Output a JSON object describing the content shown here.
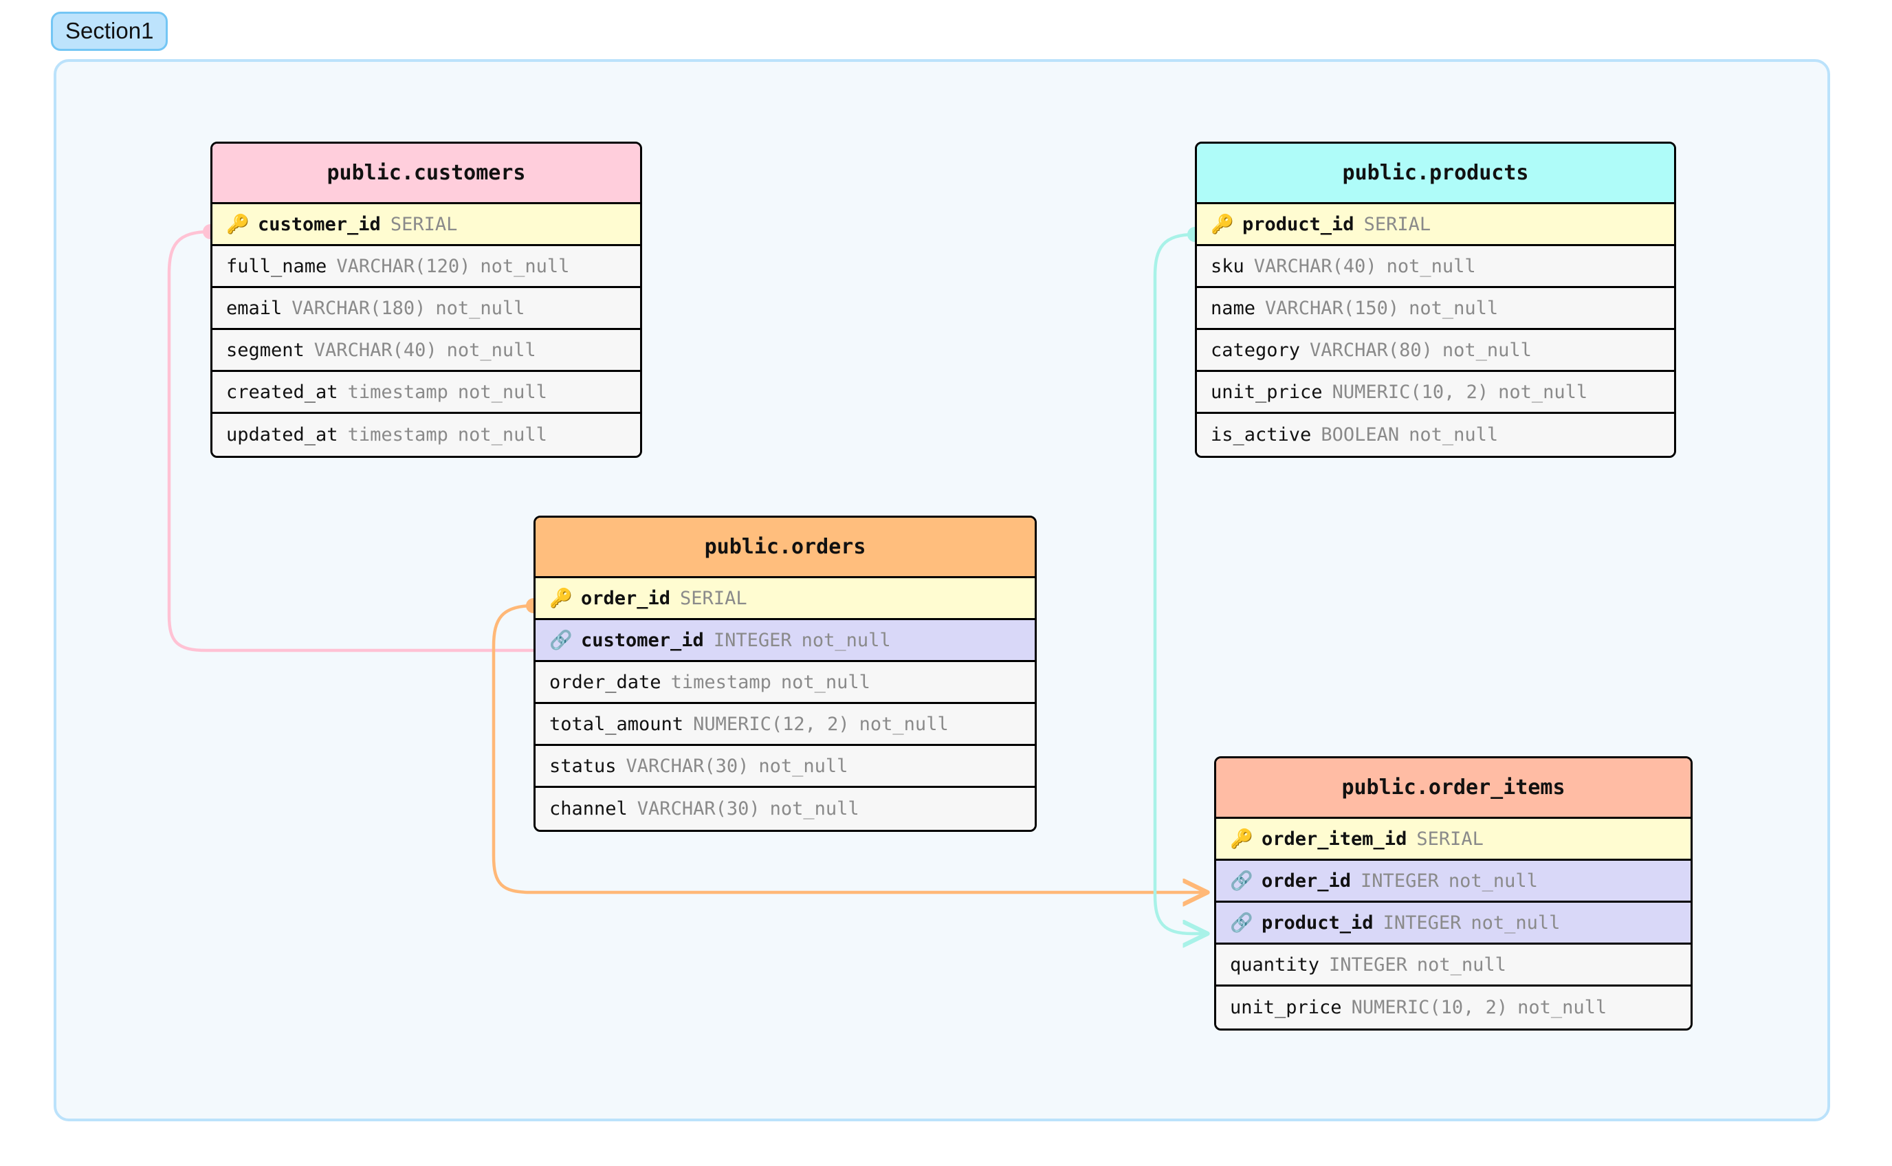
{
  "section": {
    "label": "Section1",
    "border_color": "#74c6f4",
    "fill_color": "#f3f9fd"
  },
  "icons": {
    "primary_key": "🔑",
    "foreign_key": "🔗"
  },
  "tables": [
    {
      "id": "customers",
      "title": "public.customers",
      "header_color": "#ffcedc",
      "columns": [
        {
          "name": "customer_id",
          "type": "SERIAL",
          "flag": "",
          "key": "pk"
        },
        {
          "name": "full_name",
          "type": "VARCHAR(120)",
          "flag": "not_null",
          "key": ""
        },
        {
          "name": "email",
          "type": "VARCHAR(180)",
          "flag": "not_null",
          "key": ""
        },
        {
          "name": "segment",
          "type": "VARCHAR(40)",
          "flag": "not_null",
          "key": ""
        },
        {
          "name": "created_at",
          "type": "timestamp",
          "flag": "not_null",
          "key": ""
        },
        {
          "name": "updated_at",
          "type": "timestamp",
          "flag": "not_null",
          "key": ""
        }
      ]
    },
    {
      "id": "products",
      "title": "public.products",
      "header_color": "#affcf9",
      "columns": [
        {
          "name": "product_id",
          "type": "SERIAL",
          "flag": "",
          "key": "pk"
        },
        {
          "name": "sku",
          "type": "VARCHAR(40)",
          "flag": "not_null",
          "key": ""
        },
        {
          "name": "name",
          "type": "VARCHAR(150)",
          "flag": "not_null",
          "key": ""
        },
        {
          "name": "category",
          "type": "VARCHAR(80)",
          "flag": "not_null",
          "key": ""
        },
        {
          "name": "unit_price",
          "type": "NUMERIC(10, 2)",
          "flag": "not_null",
          "key": ""
        },
        {
          "name": "is_active",
          "type": "BOOLEAN",
          "flag": "not_null",
          "key": ""
        }
      ]
    },
    {
      "id": "orders",
      "title": "public.orders",
      "header_color": "#ffbe7d",
      "columns": [
        {
          "name": "order_id",
          "type": "SERIAL",
          "flag": "",
          "key": "pk"
        },
        {
          "name": "customer_id",
          "type": "INTEGER",
          "flag": "not_null",
          "key": "fk"
        },
        {
          "name": "order_date",
          "type": "timestamp",
          "flag": "not_null",
          "key": ""
        },
        {
          "name": "total_amount",
          "type": "NUMERIC(12, 2)",
          "flag": "not_null",
          "key": ""
        },
        {
          "name": "status",
          "type": "VARCHAR(30)",
          "flag": "not_null",
          "key": ""
        },
        {
          "name": "channel",
          "type": "VARCHAR(30)",
          "flag": "not_null",
          "key": ""
        }
      ]
    },
    {
      "id": "order_items",
      "title": "public.order_items",
      "header_color": "#ffbca4",
      "columns": [
        {
          "name": "order_item_id",
          "type": "SERIAL",
          "flag": "",
          "key": "pk"
        },
        {
          "name": "order_id",
          "type": "INTEGER",
          "flag": "not_null",
          "key": "fk"
        },
        {
          "name": "product_id",
          "type": "INTEGER",
          "flag": "not_null",
          "key": "fk"
        },
        {
          "name": "quantity",
          "type": "INTEGER",
          "flag": "not_null",
          "key": ""
        },
        {
          "name": "unit_price",
          "type": "NUMERIC(10, 2)",
          "flag": "not_null",
          "key": ""
        }
      ]
    }
  ],
  "relationships": [
    {
      "id": "customers-orders",
      "from_table": "public.customers",
      "from_column": "customer_id",
      "to_table": "public.orders",
      "to_column": "customer_id",
      "color": "#ffc2d4"
    },
    {
      "id": "orders-order_items",
      "from_table": "public.orders",
      "from_column": "order_id",
      "to_table": "public.order_items",
      "to_column": "order_id",
      "color": "#ffb877"
    },
    {
      "id": "products-order_items",
      "from_table": "public.products",
      "from_column": "product_id",
      "to_table": "public.order_items",
      "to_column": "product_id",
      "color": "#a8f2e8"
    }
  ]
}
